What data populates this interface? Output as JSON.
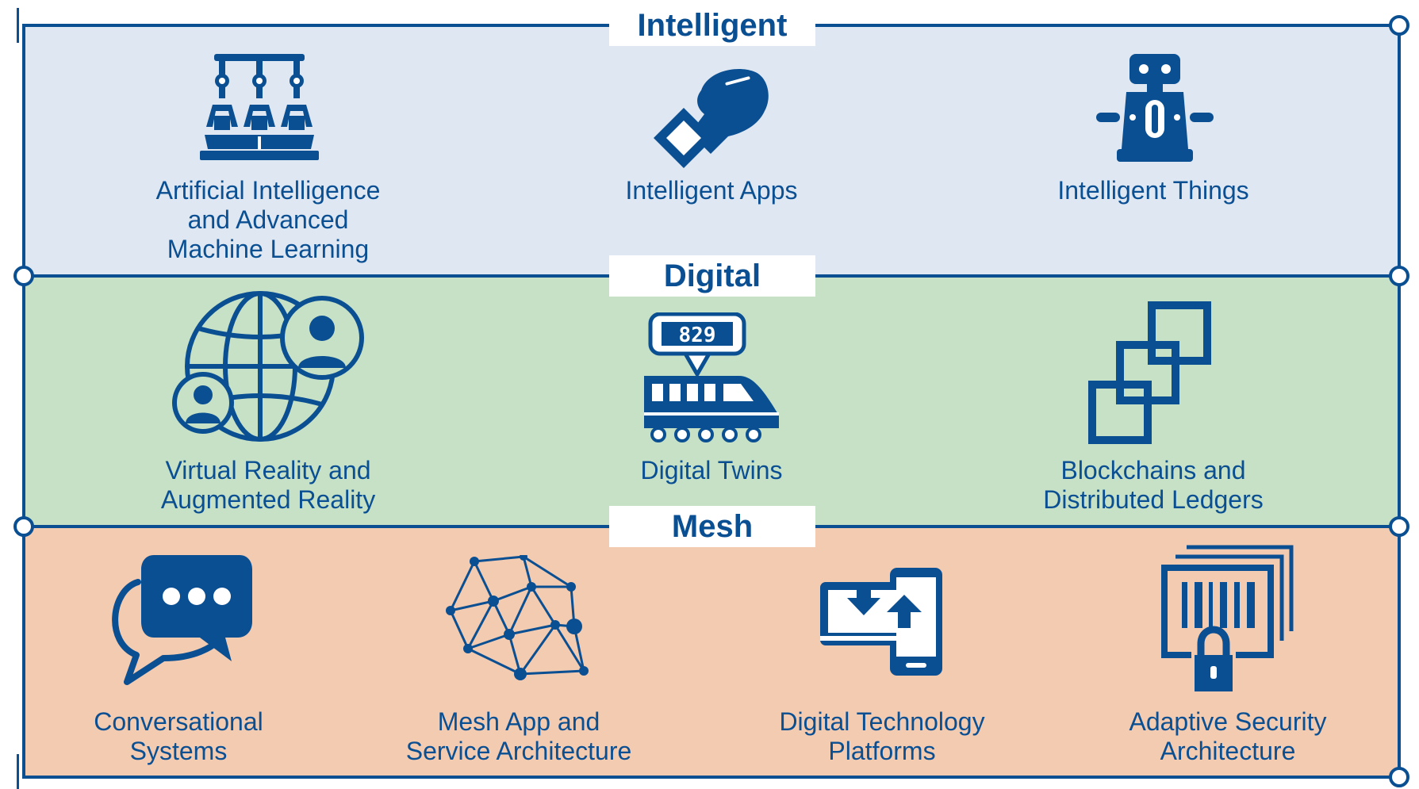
{
  "colors": {
    "accent": "#0b4f93",
    "intelligent_band": "#dfe8f2",
    "digital_band": "#c6e1c6",
    "mesh_band": "#f3cbb0"
  },
  "sections": [
    {
      "title": "Intelligent",
      "items": [
        {
          "icon": "robotic-arms-icon",
          "line1": "Artificial Intelligence",
          "line2": "and Advanced",
          "line3": "Machine Learning"
        },
        {
          "icon": "smartwatch-icon",
          "line1": "Intelligent Apps"
        },
        {
          "icon": "robot-icon",
          "line1": "Intelligent Things"
        }
      ]
    },
    {
      "title": "Digital",
      "items": [
        {
          "icon": "globe-users-icon",
          "line1": "Virtual Reality and",
          "line2": "Augmented Reality"
        },
        {
          "icon": "train-display-icon",
          "display": "829",
          "line1": "Digital Twins"
        },
        {
          "icon": "chain-links-icon",
          "line1": "Blockchains and",
          "line2": "Distributed Ledgers"
        }
      ]
    },
    {
      "title": "Mesh",
      "items": [
        {
          "icon": "chat-bubbles-icon",
          "line1": "Conversational",
          "line2": "Systems"
        },
        {
          "icon": "mesh-network-icon",
          "line1": "Mesh App and",
          "line2": "Service Architecture"
        },
        {
          "icon": "devices-sync-icon",
          "line1": "Digital Technology",
          "line2": "Platforms"
        },
        {
          "icon": "barcode-lock-icon",
          "line1": "Adaptive Security",
          "line2": "Architecture"
        }
      ]
    }
  ]
}
